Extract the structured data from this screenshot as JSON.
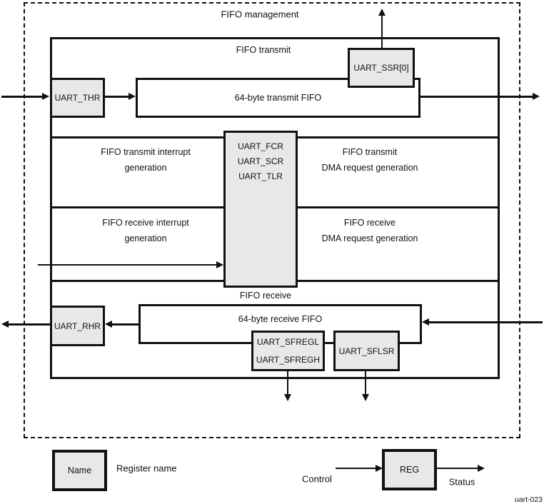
{
  "diagram": {
    "title": "FIFO management",
    "figure_id": "uart-023",
    "colors": {
      "box_fill": "#e8e8e8",
      "line": "#111111",
      "background": "#ffffff"
    },
    "transmit": {
      "section_label": "FIFO transmit",
      "fifo_label": "64-byte transmit FIFO",
      "thr_register": "UART_THR",
      "ssr_register": "UART_SSR[0]"
    },
    "middle": {
      "tx_interrupt": [
        "FIFO transmit interrupt",
        "generation"
      ],
      "rx_interrupt": [
        "FIFO receive interrupt",
        "generation"
      ],
      "tx_dma": [
        "FIFO transmit",
        "DMA request generation"
      ],
      "rx_dma": [
        "FIFO receive",
        "DMA request generation"
      ],
      "control_registers": [
        "UART_FCR",
        "UART_SCR",
        "UART_TLR"
      ]
    },
    "receive": {
      "section_label": "FIFO receive",
      "fifo_label": "64-byte receive FIFO",
      "rhr_register": "UART_RHR",
      "sfreg_registers": [
        "UART_SFREGL",
        "UART_SFREGH"
      ],
      "sflsr_register": "UART_SFLSR"
    },
    "legend": {
      "name_box": "Name",
      "name_description": "Register name",
      "control_label": "Control",
      "reg_box": "REG",
      "status_label": "Status"
    }
  }
}
